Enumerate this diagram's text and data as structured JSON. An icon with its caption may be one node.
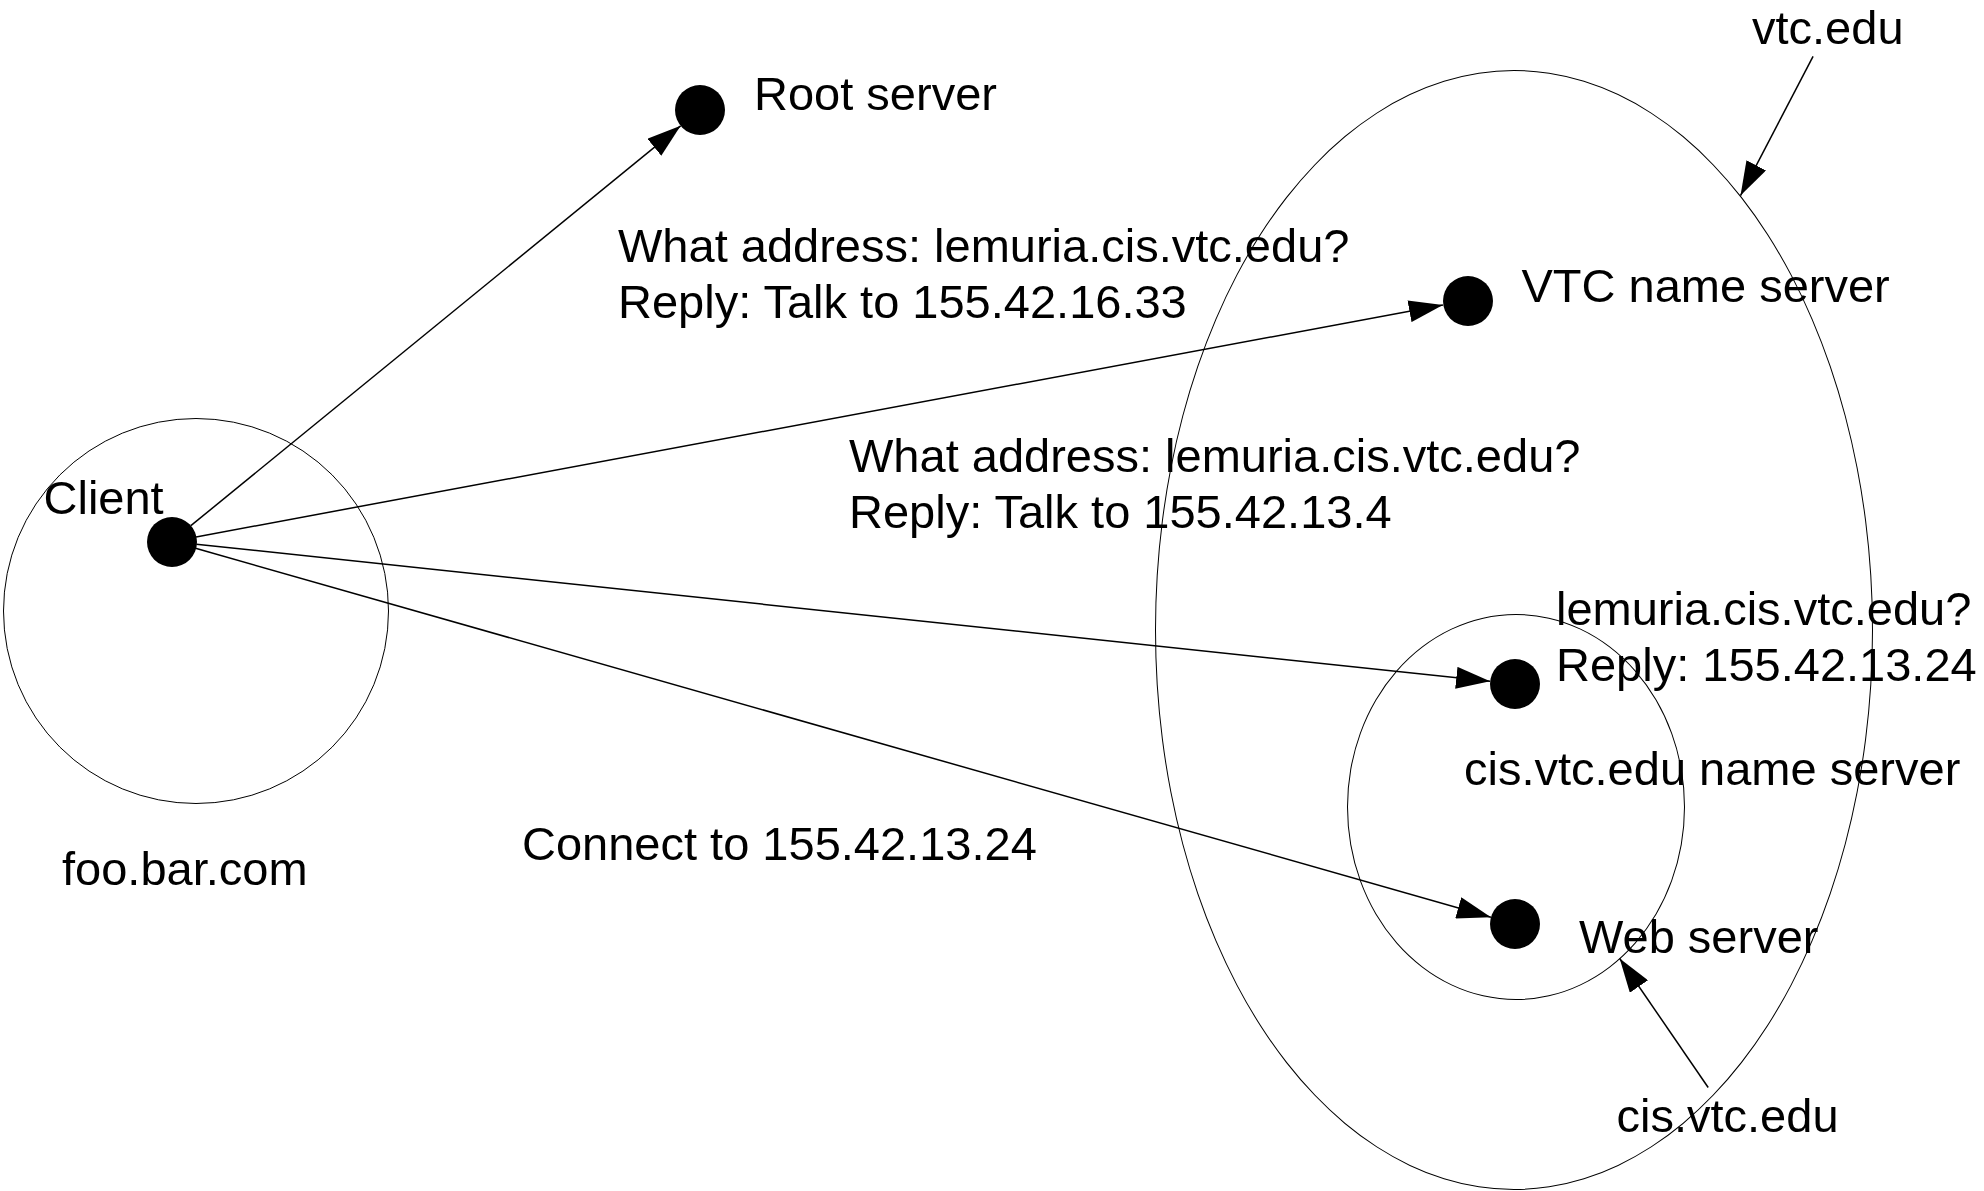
{
  "diagram": {
    "nodes": [
      {
        "text": [
          "foo.bar.com"
        ]
      },
      {
        "text": [
          "Client"
        ],
        "in": 0
      },
      {
        "text": [
          "Root server"
        ]
      },
      {
        "text": [],
        "shape": "ellipse"
      },
      {
        "text": [
          "VTC name server"
        ],
        "in": 3
      },
      {
        "text": [],
        "shape": "ellipse",
        "in": 3
      },
      {
        "text": [],
        "shape": "circle",
        "in": 5,
        "beside": [
          "cis.vtc.edu name server"
        ]
      },
      {
        "text": [],
        "shape": "circle",
        "in": 5,
        "beside": [
          "Web server"
        ]
      },
      {
        "text": [
          "vtc.edu"
        ]
      },
      {
        "text": [
          "cis.vtc.edu"
        ],
        "in": 3
      }
    ],
    "edges": [
      {
        "from": 1,
        "to": 2,
        "arrow": "to",
        "label": "What address: lemuria.cis.vtc.edu? Reply: Talk to 155.42.16.33"
      },
      {
        "from": 1,
        "to": 4,
        "arrow": "to",
        "label": "What address: lemuria.cis.vtc.edu? Reply: Talk to 155.42.13.4"
      },
      {
        "from": 1,
        "to": 6,
        "arrow": "to",
        "label": "lemuria.cis.vtc.edu? Reply: 155.42.13.24"
      },
      {
        "from": 1,
        "to": 7,
        "arrow": "to",
        "label": "Connect to 155.42.13.24"
      },
      {
        "from": 8,
        "to": 3,
        "arrow": "to"
      },
      {
        "from": 9,
        "to": 5,
        "arrow": "to"
      }
    ]
  }
}
